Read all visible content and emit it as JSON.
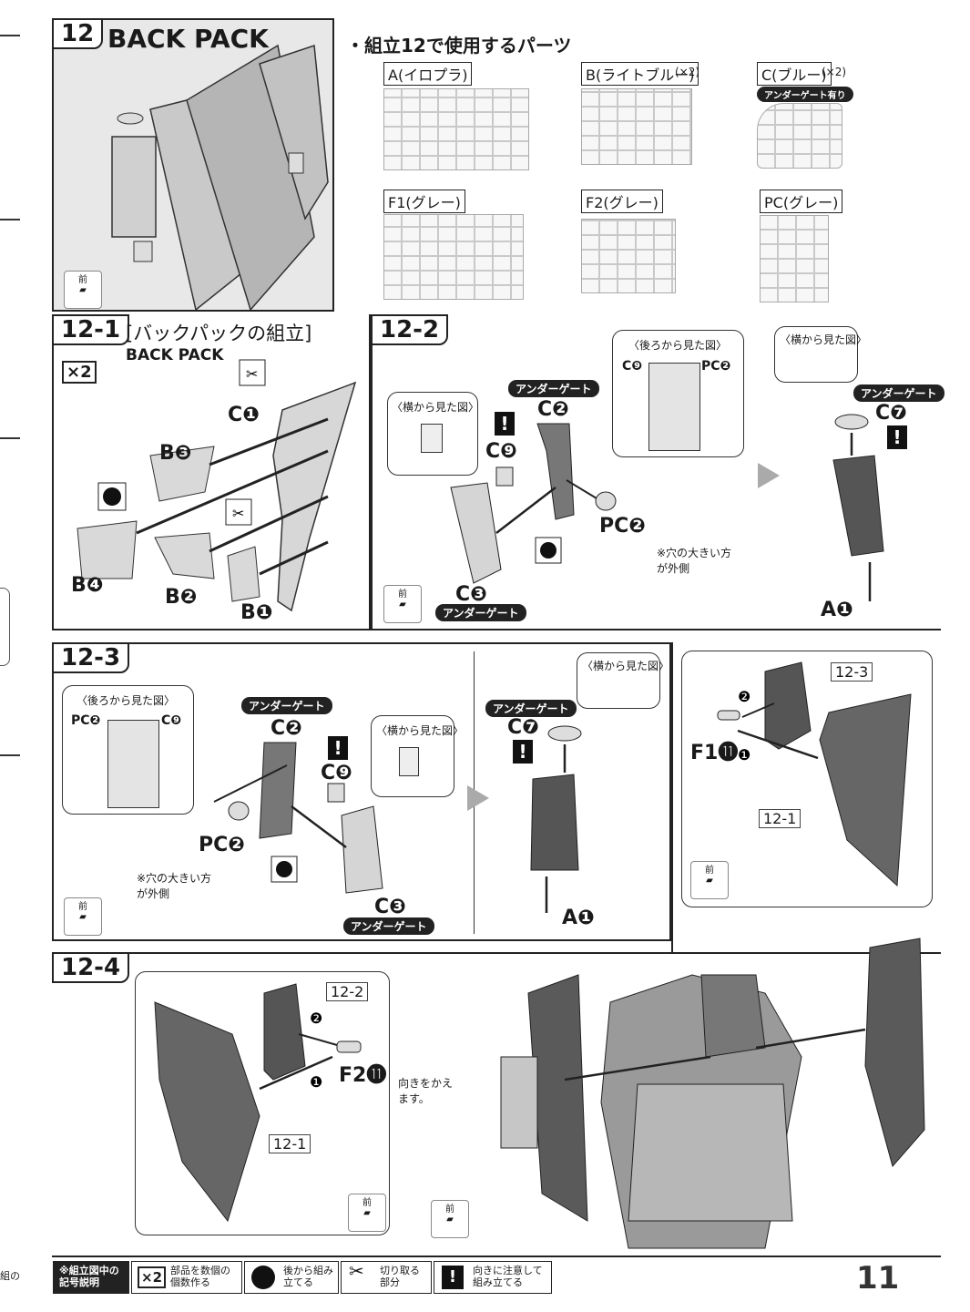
{
  "page_number": "11",
  "step12": {
    "number": "12",
    "title": "BACK PACK",
    "parts_heading": "・組立12で使用するパーツ",
    "runners": [
      {
        "label": "A(イロプラ)",
        "count": ""
      },
      {
        "label": "B(ライトブルー)",
        "count": "(×2)"
      },
      {
        "label": "C(ブルー)",
        "count": "(×2)",
        "note": "アンダーゲート有り"
      },
      {
        "label": "F1(グレー)",
        "count": ""
      },
      {
        "label": "F2(グレー)",
        "count": ""
      },
      {
        "label": "PC(グレー)",
        "count": ""
      }
    ],
    "front_label": "前"
  },
  "step12_1": {
    "number": "12-1",
    "title": "[バックパックの組立]",
    "subtitle": "BACK PACK",
    "multiplier": "×2",
    "parts": [
      "C❶",
      "B❸",
      "B❹",
      "B❷",
      "B❶"
    ]
  },
  "step12_2": {
    "number": "12-2",
    "rear_view": "〈後ろから見た図〉",
    "side_view": "〈横から見た図〉",
    "under_gate": "アンダーゲート",
    "parts": [
      "C❷",
      "C❾",
      "C❸",
      "PC❷",
      "C❼",
      "A❶"
    ],
    "rear_parts": [
      "C❾",
      "PC❷"
    ],
    "note": "※穴の大きい方が外側",
    "front_label": "前"
  },
  "step12_3": {
    "number": "12-3",
    "rear_view": "〈後ろから見た図〉",
    "side_view": "〈横から見た図〉",
    "under_gate": "アンダーゲート",
    "parts": [
      "C❷",
      "C❾",
      "C❸",
      "PC❷",
      "C❼",
      "A❶"
    ],
    "rear_parts": [
      "PC❷",
      "C❾"
    ],
    "note": "※穴の大きい方が外側",
    "front_label": "前"
  },
  "step12_attach": {
    "refs": [
      "12-3",
      "12-1"
    ],
    "part": "F1⓫",
    "front_label": "前"
  },
  "step12_4": {
    "number": "12-4",
    "refs": [
      "12-2",
      "12-1"
    ],
    "part": "F2⓫",
    "note": "向きをかえます。",
    "front_label": "前"
  },
  "legend": {
    "title": "※組立図中の記号説明",
    "items": [
      {
        "icon": "×2",
        "text": "部品を数個の個数作る"
      },
      {
        "icon": "back",
        "text": "後から組み立てる"
      },
      {
        "icon": "cut",
        "text": "切り取る部分"
      },
      {
        "icon": "!",
        "text": "向きに注意して組み立てる"
      }
    ]
  },
  "margin_text": "組の"
}
